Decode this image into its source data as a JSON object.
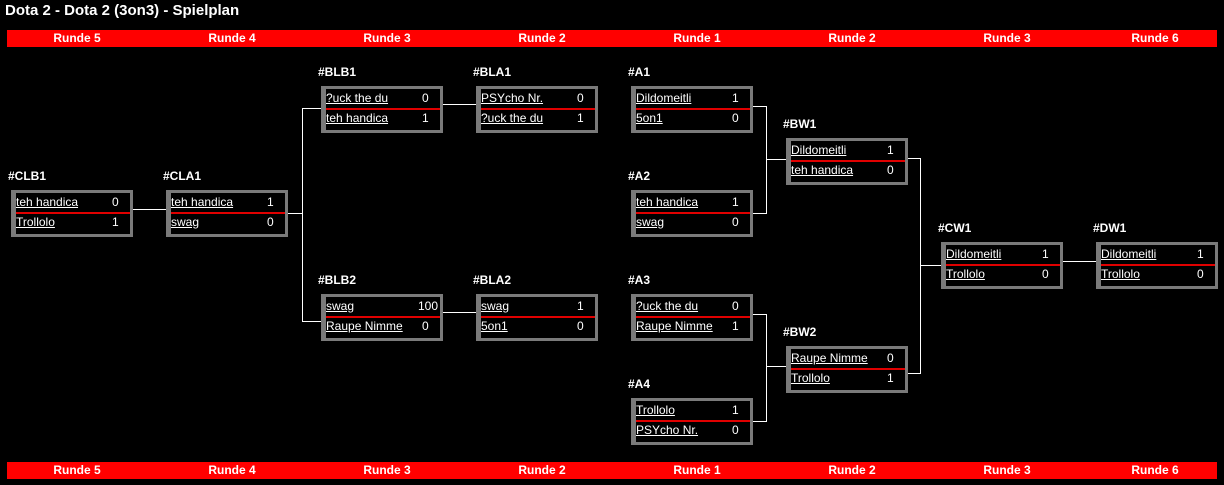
{
  "page_title": "Dota 2 - Dota 2 (3on3) - Spielplan",
  "round_headers": [
    "Runde 5",
    "Runde 4",
    "Runde 3",
    "Runde 2",
    "Runde 1",
    "Runde 2",
    "Runde 3",
    "Runde 6"
  ],
  "matches": [
    {
      "id": "#CLB1",
      "p1": "teh handica",
      "s1": "0",
      "p2": "Trollolo",
      "s2": "1"
    },
    {
      "id": "#CLA1",
      "p1": "teh handica",
      "s1": "1",
      "p2": "swag",
      "s2": "0"
    },
    {
      "id": "#BLB1",
      "p1": "?uck the du",
      "s1": "0",
      "p2": "teh handica",
      "s2": "1"
    },
    {
      "id": "#BLB2",
      "p1": "swag",
      "s1": "100",
      "p2": "Raupe Nimme",
      "s2": "0"
    },
    {
      "id": "#BLA1",
      "p1": "PSYcho Nr.",
      "s1": "0",
      "p2": "?uck the du",
      "s2": "1"
    },
    {
      "id": "#BLA2",
      "p1": "swag",
      "s1": "1",
      "p2": "5on1",
      "s2": "0"
    },
    {
      "id": "#A1",
      "p1": "Dildomeitli",
      "s1": "1",
      "p2": "5on1",
      "s2": "0"
    },
    {
      "id": "#A2",
      "p1": "teh handica",
      "s1": "1",
      "p2": "swag",
      "s2": "0"
    },
    {
      "id": "#A3",
      "p1": "?uck the du",
      "s1": "0",
      "p2": "Raupe Nimme",
      "s2": "1"
    },
    {
      "id": "#A4",
      "p1": "Trollolo",
      "s1": "1",
      "p2": "PSYcho Nr.",
      "s2": "0"
    },
    {
      "id": "#BW1",
      "p1": "Dildomeitli",
      "s1": "1",
      "p2": "teh handica",
      "s2": "0"
    },
    {
      "id": "#BW2",
      "p1": "Raupe Nimme",
      "s1": "0",
      "p2": "Trollolo",
      "s2": "1"
    },
    {
      "id": "#CW1",
      "p1": "Dildomeitli",
      "s1": "1",
      "p2": "Trollolo",
      "s2": "0"
    },
    {
      "id": "#DW1",
      "p1": "Dildomeitli",
      "s1": "1",
      "p2": "Trollolo",
      "s2": "0"
    }
  ],
  "colors": {
    "background": "#000000",
    "round_bar": "#ff0000",
    "match_border": "#7a7a7a",
    "winner_line": "#e00000"
  }
}
